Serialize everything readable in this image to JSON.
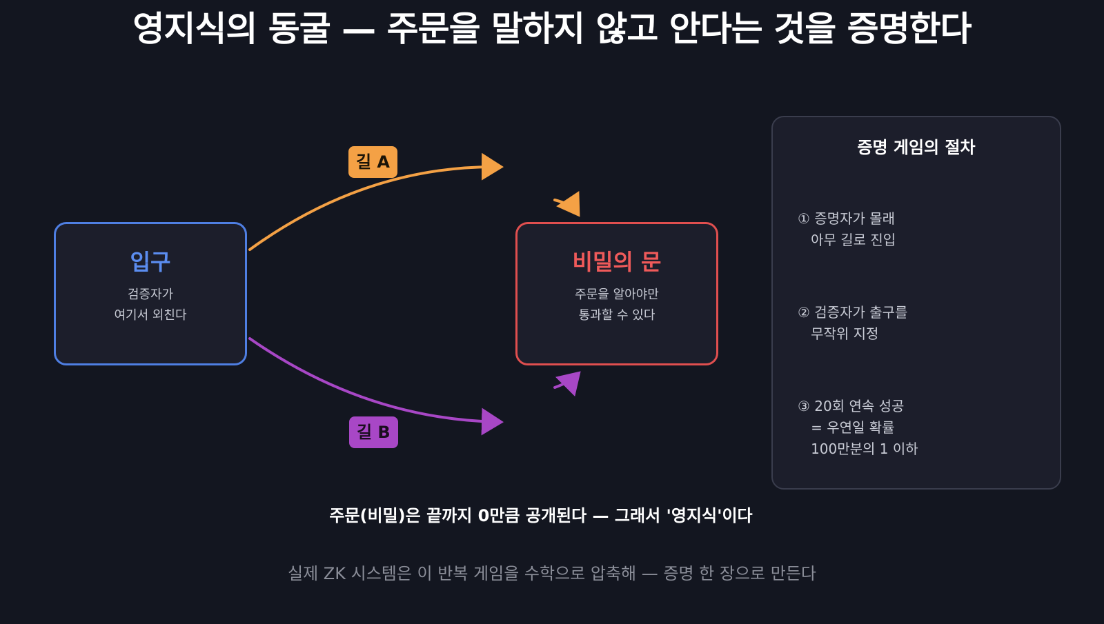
{
  "title": "영지식의 동굴 — 주문을 말하지 않고 안다는 것을 증명한다",
  "entrance": {
    "title": "입구",
    "desc_line1": "검증자가",
    "desc_line2": "여기서 외친다"
  },
  "door": {
    "title": "비밀의 문",
    "desc_line1": "주문을 알아야만",
    "desc_line2": "통과할 수 있다"
  },
  "paths": {
    "a_label": "길 A",
    "b_label": "길 B"
  },
  "steps": {
    "title": "증명 게임의 절차",
    "items": [
      "① 증명자가 몰래\n   아무 길로 진입",
      "② 검증자가 출구를\n   무작위 지정",
      "③ 20회 연속 성공\n   = 우연일 확률\n   100만분의 1 이하"
    ]
  },
  "caption": "주문(비밀)은 끝까지 0만큼 공개된다 — 그래서 '영지식'이다",
  "footnote": "실제 ZK 시스템은 이 반복 게임을 수학으로 압축해 — 증명 한 장으로 만든다",
  "colors": {
    "background": "#131620",
    "entrance": "#4f7fe3",
    "door": "#e04f4f",
    "path_a": "#f4a145",
    "path_b": "#a847c6"
  }
}
